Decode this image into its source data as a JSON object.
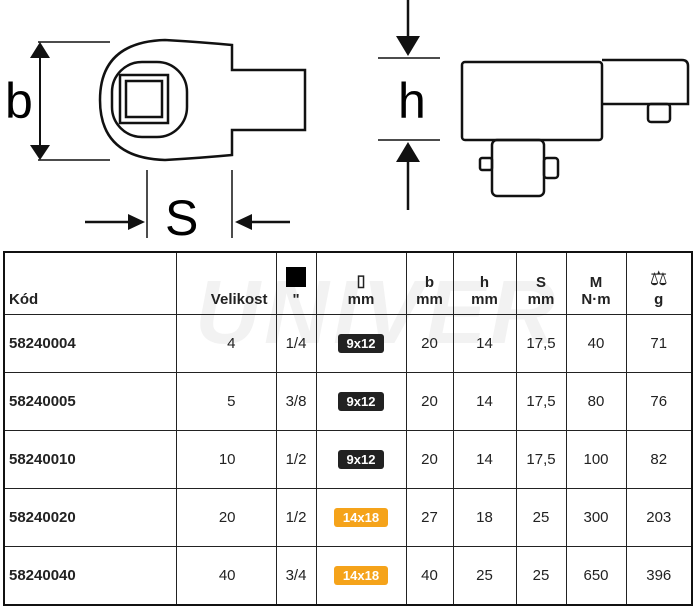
{
  "diagram": {
    "label_b": "b",
    "label_s": "S",
    "label_h": "h"
  },
  "watermark": "UNIVER",
  "headers": {
    "code": "Kód",
    "size": "Velikost",
    "square_unit": "\"",
    "insert_unit": "mm",
    "b": "b",
    "b_unit": "mm",
    "h": "h",
    "h_unit": "mm",
    "s": "S",
    "s_unit": "mm",
    "m": "M",
    "m_unit": "N·m",
    "weight_unit": "g"
  },
  "colors": {
    "dark_badge": "#222222",
    "orange_badge": "#f5a31a"
  },
  "rows": [
    {
      "code": "58240004",
      "size": "4",
      "drive": "1/4",
      "insert": "9x12",
      "b": "20",
      "h": "14",
      "s": "17,5",
      "m": "40",
      "g": "71",
      "badge": "dark"
    },
    {
      "code": "58240005",
      "size": "5",
      "drive": "3/8",
      "insert": "9x12",
      "b": "20",
      "h": "14",
      "s": "17,5",
      "m": "80",
      "g": "76",
      "badge": "dark"
    },
    {
      "code": "58240010",
      "size": "10",
      "drive": "1/2",
      "insert": "9x12",
      "b": "20",
      "h": "14",
      "s": "17,5",
      "m": "100",
      "g": "82",
      "badge": "dark"
    },
    {
      "code": "58240020",
      "size": "20",
      "drive": "1/2",
      "insert": "14x18",
      "b": "27",
      "h": "18",
      "s": "25",
      "m": "300",
      "g": "203",
      "badge": "orange"
    },
    {
      "code": "58240040",
      "size": "40",
      "drive": "3/4",
      "insert": "14x18",
      "b": "40",
      "h": "25",
      "s": "25",
      "m": "650",
      "g": "396",
      "badge": "orange"
    }
  ]
}
